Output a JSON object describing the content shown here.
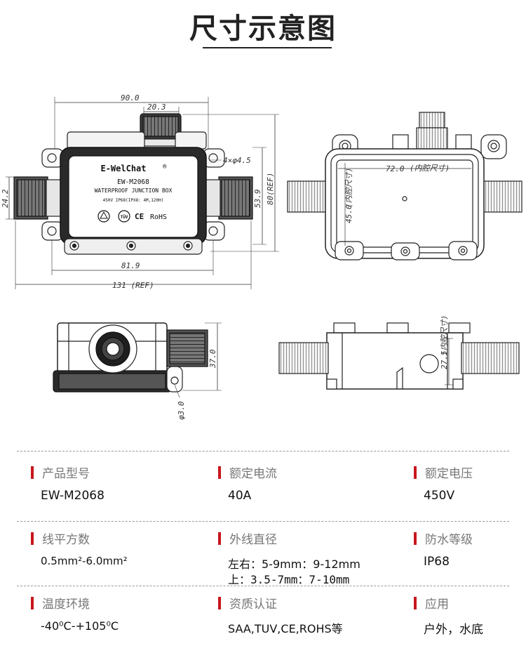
{
  "header": {
    "title": "尺寸示意图"
  },
  "drawing": {
    "dims": {
      "width_overall": "90.0",
      "gland_width": "20.3",
      "holes": "4×φ4.5",
      "gland_height": "24.2",
      "body_height": "53.9",
      "height_ref": "80(REF)",
      "hole_spacing": "81.9",
      "length_ref": "131 (REF)",
      "inner_width": "72.0",
      "inner_width_note": "(内腔尺寸)",
      "inner_height": "45.0",
      "inner_height_note": "(内腔尺寸)",
      "depth": "37.0",
      "hole_dia": "φ3.0",
      "inner_depth": "27.5",
      "inner_depth_note": "(内腔尺寸)"
    },
    "product_label": {
      "brand": "E-WelChat",
      "brand_mark": "®",
      "model": "EW-M2068",
      "name": "WATERPROOF JUNCTION BOX",
      "rating": "450V   IP68(IPX8: 4M,120H)",
      "cert_tuv": "TÜV",
      "cert_ce": "CE",
      "cert_rohs": "RoHS"
    }
  },
  "specs": [
    {
      "key": "产品型号",
      "value": "EW-M2068"
    },
    {
      "key": "额定电流",
      "value": "40A"
    },
    {
      "key": "额定电压",
      "value": "450V"
    },
    {
      "key": "线平方数",
      "value": "0.5mm²-6.0mm²"
    },
    {
      "key": "外线直径",
      "value": "左右：5-9mm：9-12mm",
      "value2": "上：3.5-7mm：7-10mm"
    },
    {
      "key": "防水等级",
      "value": "IP68"
    },
    {
      "key": "温度环境",
      "value": "-40⁰C-+105⁰C"
    },
    {
      "key": "资质认证",
      "value": "SAA,TUV,CE,ROHS等"
    },
    {
      "key": "应用",
      "value": "户外，水底"
    }
  ],
  "colors": {
    "accent": "#c8161d",
    "line": "#222222",
    "dim": "#333333"
  }
}
